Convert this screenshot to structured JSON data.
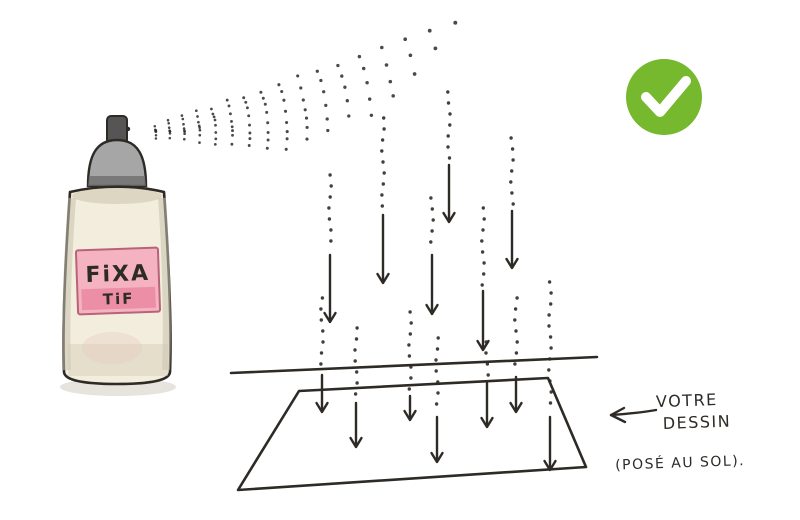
{
  "can": {
    "label_line1": "FiXA",
    "label_line2": "TiF"
  },
  "annotation": {
    "line1": "VOTRE",
    "line2": "DESSIN",
    "line3": "(POSÉ AU SOL)."
  },
  "status": {
    "icon": "checkmark"
  },
  "colors": {
    "check_green": "#76b82e",
    "ink": "#2e2a26",
    "label_pink": "#f5b3c2",
    "label_pink_dark": "#ec8fa6",
    "can_body": "#f2eddc",
    "cap_gray": "#a6a6a6",
    "wash_gray": "#c9c2b0"
  }
}
